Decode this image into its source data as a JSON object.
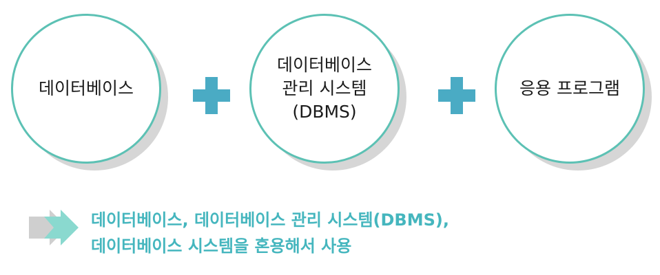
{
  "diagram": {
    "circles": [
      {
        "label": "데이터베이스"
      },
      {
        "label": "데이터베이스\n관리 시스템\n(DBMS)"
      },
      {
        "label": "응용 프로그램"
      }
    ],
    "operators": [
      "+",
      "+"
    ],
    "summary": {
      "line1": "데이터베이스, 데이터베이스 관리 시스템(DBMS),",
      "line2": "데이터베이스 시스템을 혼용해서 사용"
    }
  },
  "colors": {
    "circle_border": "#5cc1b4",
    "plus": "#4aabc4",
    "summary_text": "#45b6be",
    "arrow_gray": "#cfcfcf",
    "arrow_teal": "#8ad9cf"
  }
}
